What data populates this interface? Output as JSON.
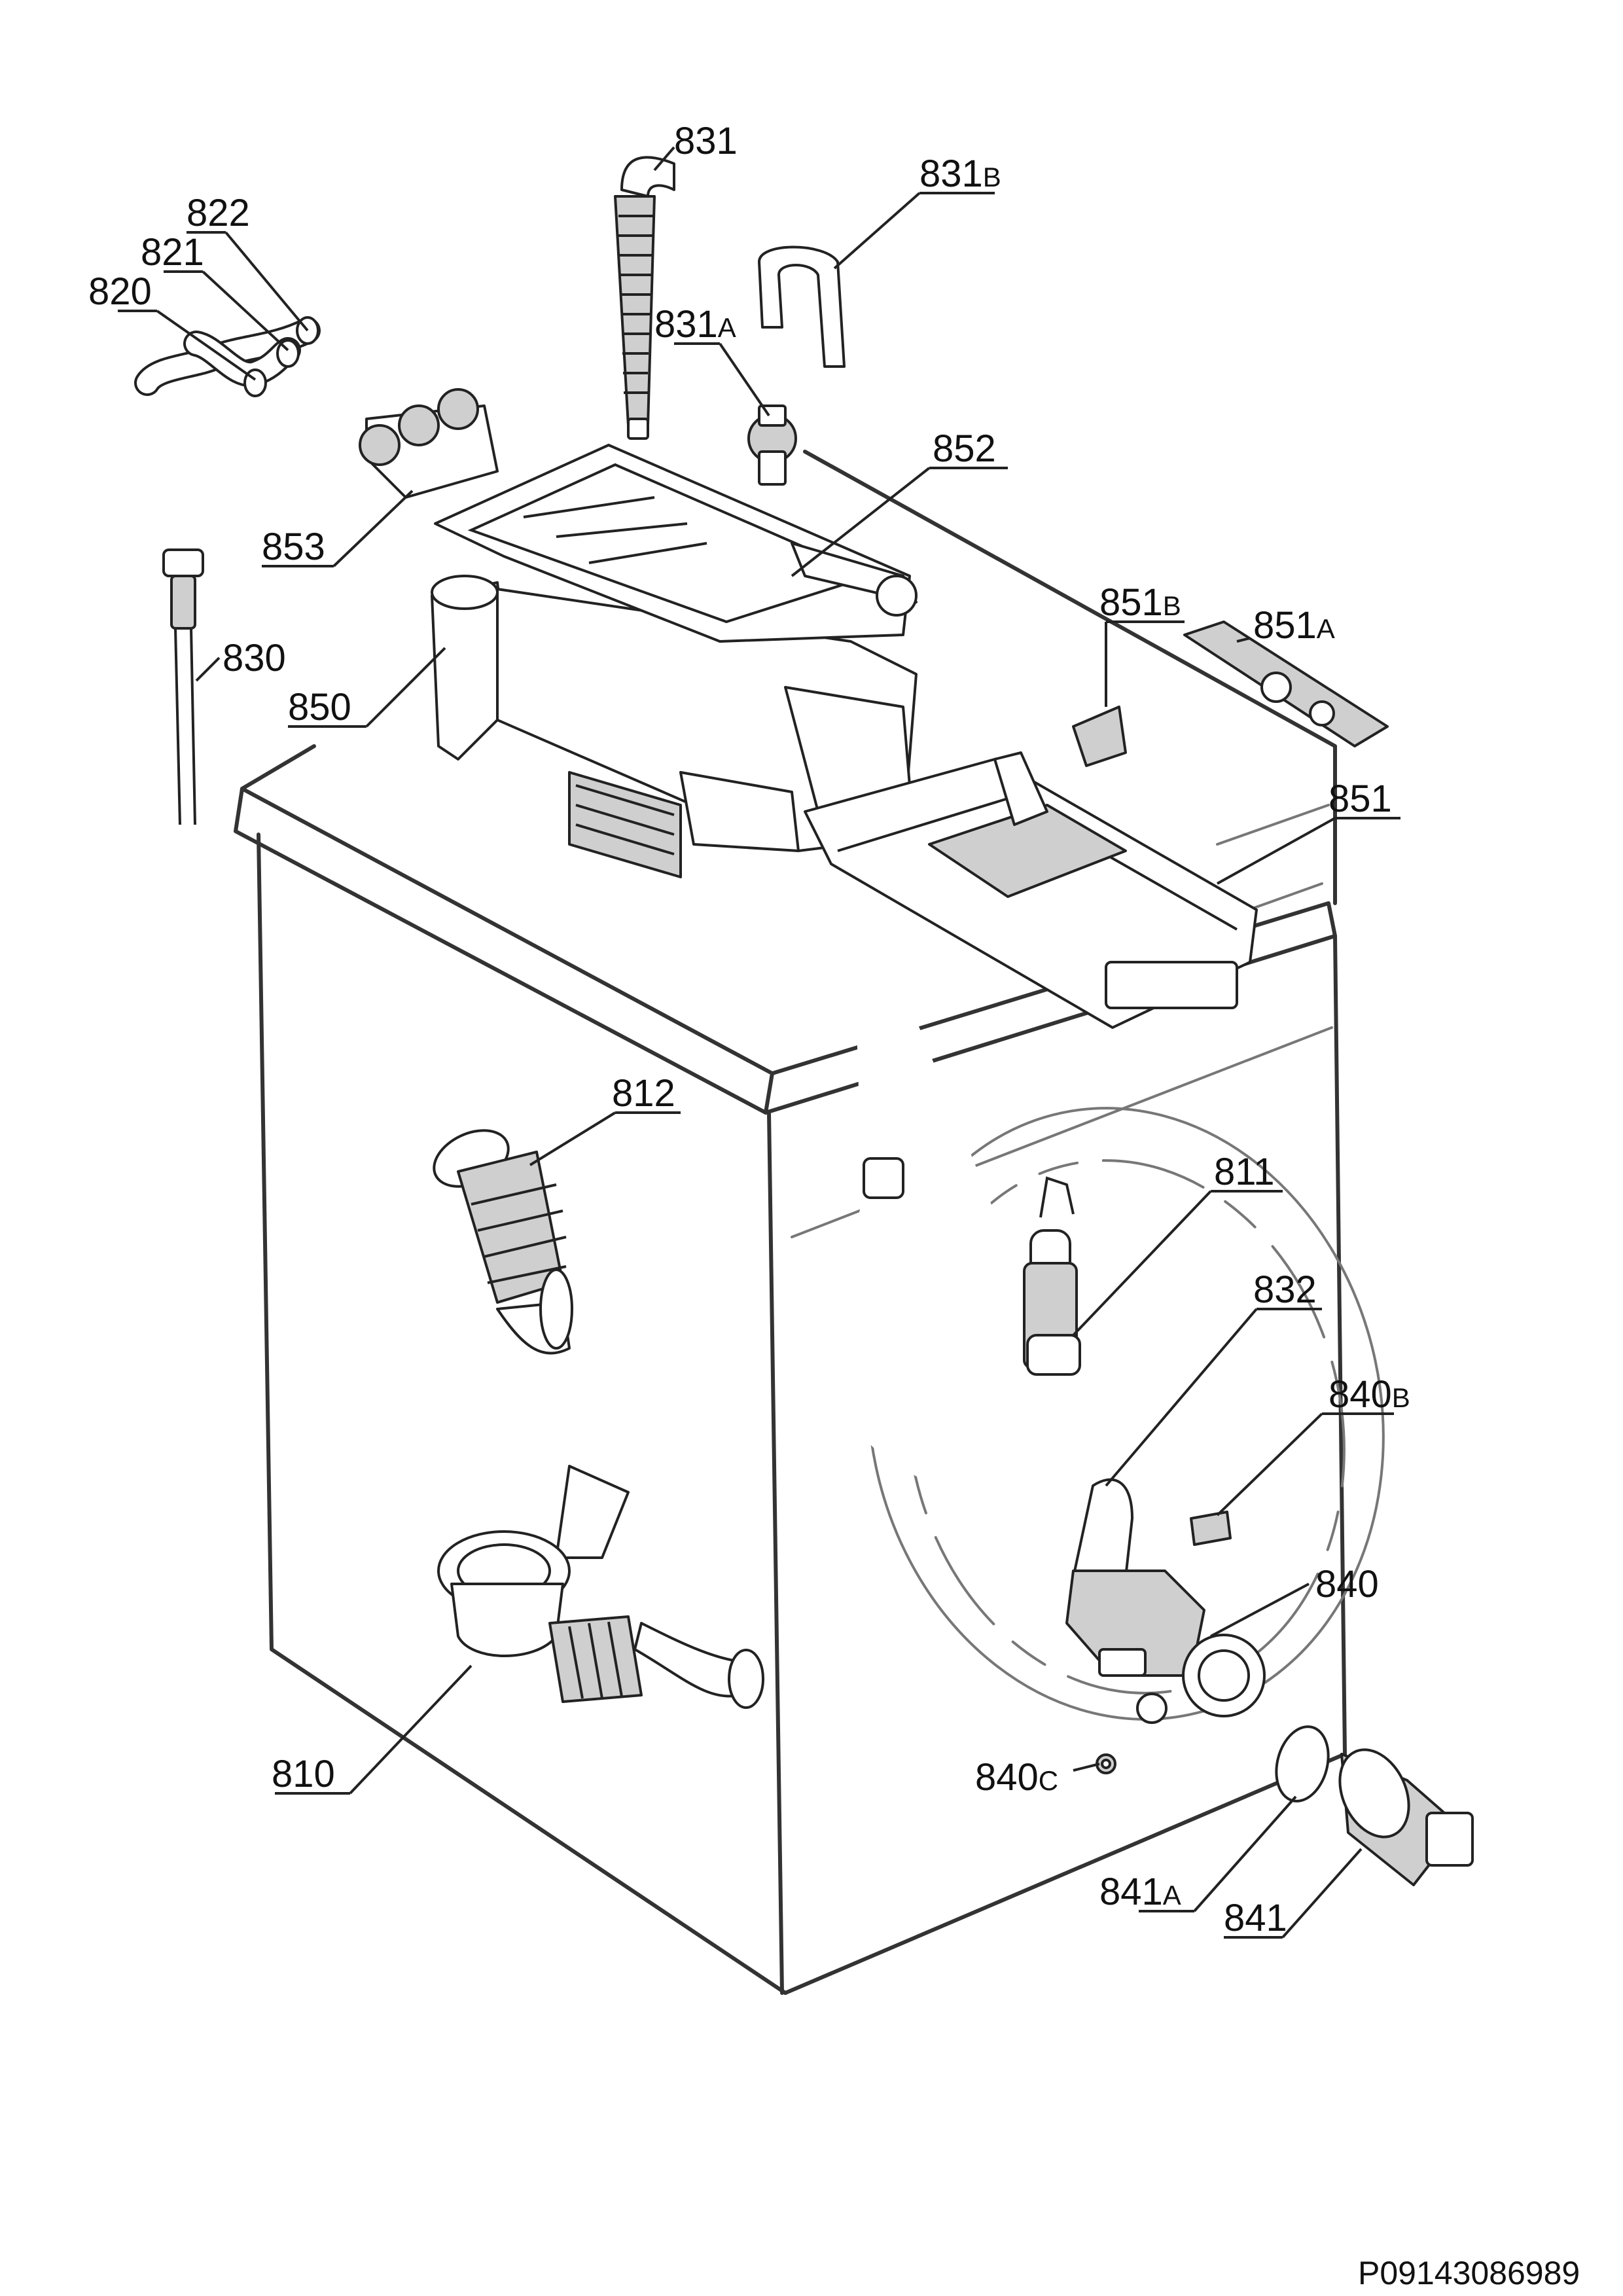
{
  "labels": {
    "p810": "810",
    "p811": "811",
    "p812": "812",
    "p820": "820",
    "p821": "821",
    "p822": "822",
    "p830": "830",
    "p831": "831",
    "p831a": "831",
    "p831a_suffix": "A",
    "p831b": "831",
    "p831b_suffix": "B",
    "p832": "832",
    "p840": "840",
    "p840b": "840",
    "p840b_suffix": "B",
    "p840c": "840",
    "p840c_suffix": "C",
    "p841": "841",
    "p841a": "841",
    "p841a_suffix": "A",
    "p850": "850",
    "p851": "851",
    "p851a": "851",
    "p851a_suffix": "A",
    "p851b": "851",
    "p851b_suffix": "B",
    "p852": "852",
    "p853": "853"
  },
  "document_id": "P09143086989",
  "colors": {
    "line": "#222222",
    "body_outline": "#333333",
    "part_fill": "#cfcfcf",
    "background": "#ffffff"
  }
}
